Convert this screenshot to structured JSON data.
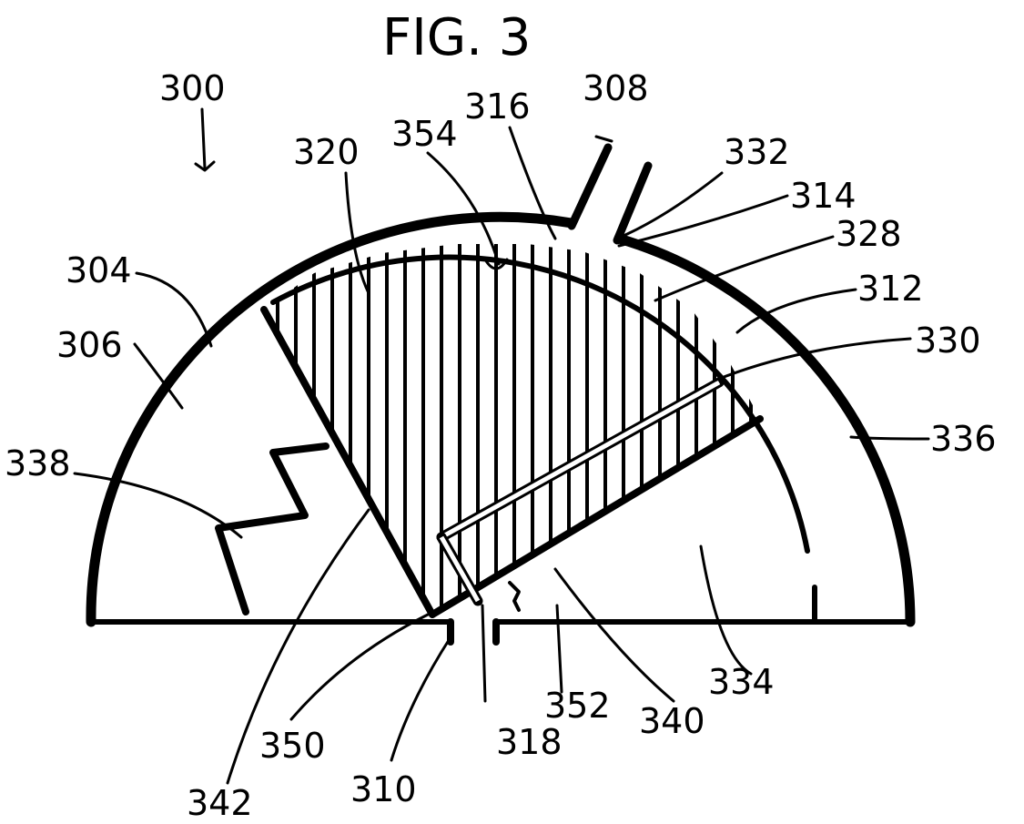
{
  "figure": {
    "title": "FIG. 3",
    "labels": {
      "l300": "300",
      "l320": "320",
      "l354": "354",
      "l316": "316",
      "l308": "308",
      "l332": "332",
      "l314": "314",
      "l328": "328",
      "l304": "304",
      "l312": "312",
      "l306": "306",
      "l330": "330",
      "l336": "336",
      "l338": "338",
      "l334": "334",
      "l352": "352",
      "l340": "340",
      "l350": "350",
      "l318": "318",
      "l342": "342",
      "l310": "310"
    }
  }
}
